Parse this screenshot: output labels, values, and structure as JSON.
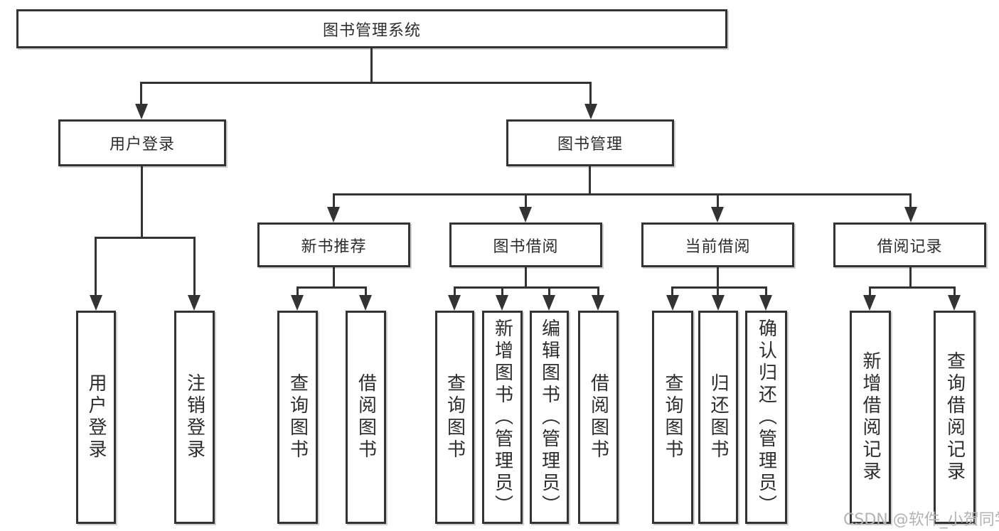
{
  "diagram": {
    "root": {
      "label": "图书管理系统"
    },
    "level2": [
      {
        "id": "user-login",
        "label": "用户登录"
      },
      {
        "id": "book-management",
        "label": "图书管理"
      }
    ],
    "level3": [
      {
        "id": "new-book-recommend",
        "label": "新书推荐"
      },
      {
        "id": "book-borrowing",
        "label": "图书借阅"
      },
      {
        "id": "current-borrowing",
        "label": "当前借阅"
      },
      {
        "id": "borrowing-records",
        "label": "借阅记录"
      }
    ],
    "leaves": [
      {
        "label": "用户登录"
      },
      {
        "label": "注销登录"
      },
      {
        "label": "查询图书"
      },
      {
        "label": "借阅图书"
      },
      {
        "label": "查询图书"
      },
      {
        "label": "新增图书（管理员）"
      },
      {
        "label": "编辑图书（管理员）"
      },
      {
        "label": "借阅图书"
      },
      {
        "label": "查询图书"
      },
      {
        "label": "归还图书"
      },
      {
        "label": "确认归还（管理员）"
      },
      {
        "label": "新增借阅记录"
      },
      {
        "label": "查询借阅记录"
      }
    ]
  },
  "watermark": {
    "text": "CSDN @软件_小贺同学"
  },
  "colors": {
    "line": "#333333",
    "text": "#2d2d2d",
    "watermark": "#b3b3b3",
    "background": "#ffffff"
  }
}
